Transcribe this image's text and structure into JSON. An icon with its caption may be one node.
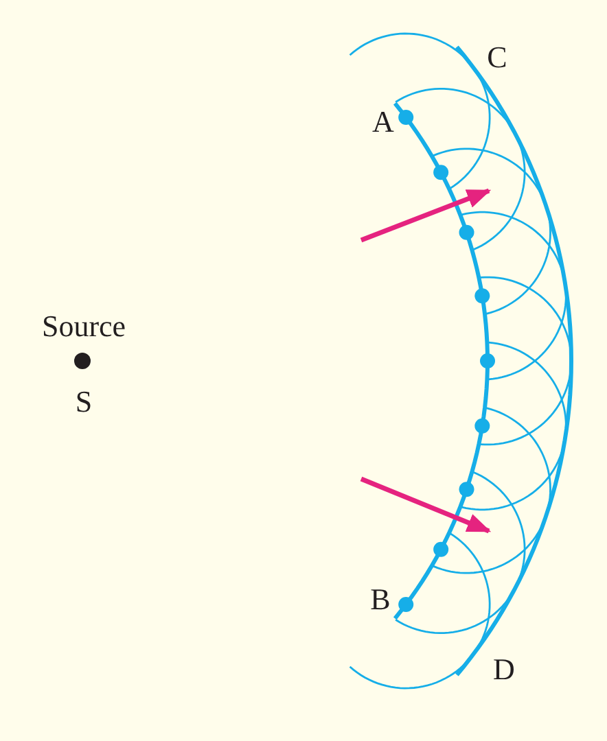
{
  "diagram": {
    "labels": [
      "Source",
      "S",
      "A",
      "B",
      "C",
      "D"
    ]
  }
}
